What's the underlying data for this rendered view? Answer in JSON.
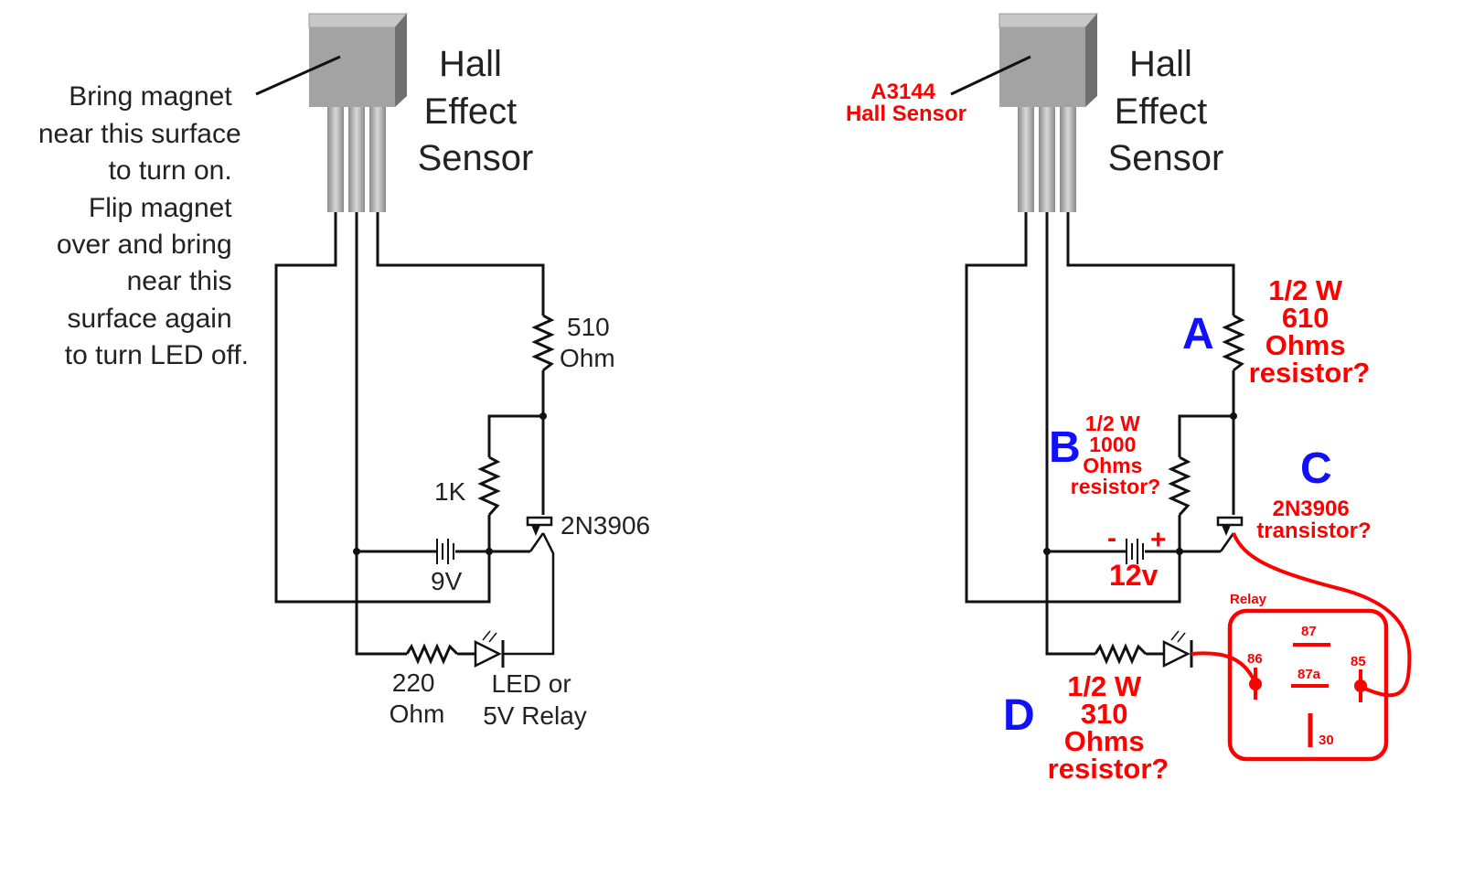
{
  "left": {
    "title_lines": [
      "Hall",
      "Effect",
      "Sensor"
    ],
    "instruction_lines": [
      "Bring magnet",
      "near this surface",
      "to turn on.",
      "Flip magnet",
      "over and bring",
      "near this",
      "surface again",
      "to turn LED off."
    ],
    "r1_lines": [
      "510",
      "Ohm"
    ],
    "r2_label": "1K",
    "transistor_label": "2N3906",
    "battery_label": "9V",
    "r3_lines": [
      "220",
      "Ohm"
    ],
    "load_lines": [
      "LED or",
      "5V Relay"
    ]
  },
  "right": {
    "title_lines": [
      "Hall",
      "Effect",
      "Sensor"
    ],
    "sensor_lines": [
      "A3144",
      "Hall Sensor"
    ],
    "label_a": "A",
    "label_b": "B",
    "label_c": "C",
    "label_d": "D",
    "a_lines": [
      "1/2 W",
      "610",
      "Ohms",
      "resistor?"
    ],
    "b_lines": [
      "1/2 W",
      "1000",
      "Ohms",
      "resistor?"
    ],
    "c_lines": [
      "2N3906",
      "transistor?"
    ],
    "d_lines": [
      "1/2 W",
      "310",
      "Ohms",
      "resistor?"
    ],
    "battery_minus": "-",
    "battery_plus": "+",
    "battery_label": "12v",
    "relay": {
      "title": "Relay",
      "pin_87": "87",
      "pin_87a": "87a",
      "pin_86": "86",
      "pin_85": "85",
      "pin_30": "30"
    }
  },
  "colors": {
    "annotation_red": "#ff0000",
    "annotation_blue": "#1010ff",
    "sensor_gray": "#9a9a9a"
  }
}
